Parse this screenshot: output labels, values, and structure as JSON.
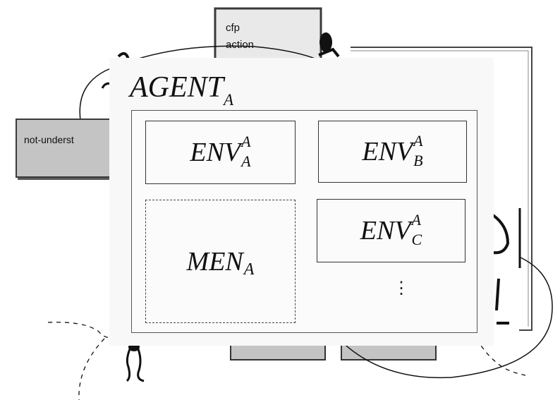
{
  "background_messages": {
    "cfp_box_lines": [
      "cfp",
      "action"
    ],
    "not_understood_label": "not-underst"
  },
  "agent": {
    "title_main": "AGENT",
    "title_sub": "A"
  },
  "boxes": {
    "env_a": {
      "base": "ENV",
      "sup": "A",
      "sub": "A"
    },
    "env_b": {
      "base": "ENV",
      "sup": "A",
      "sub": "B"
    },
    "env_c": {
      "base": "ENV",
      "sup": "A",
      "sub": "C"
    },
    "men_a": {
      "base": "MEN",
      "sub": "A"
    }
  },
  "more_indicator": "⋮"
}
